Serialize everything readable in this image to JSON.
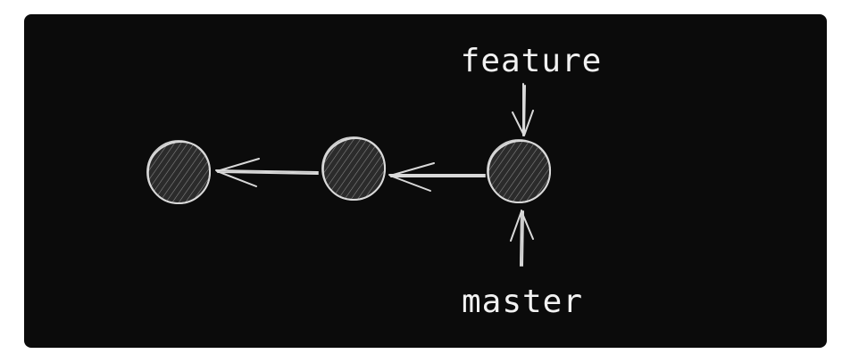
{
  "branches": {
    "feature": "feature",
    "master": "master"
  },
  "commits": [
    {
      "id": "c1"
    },
    {
      "id": "c2"
    },
    {
      "id": "c3"
    }
  ],
  "colors": {
    "background": "#0b0b0b",
    "stroke": "#d9d9d9",
    "text": "#f2f2f2"
  }
}
